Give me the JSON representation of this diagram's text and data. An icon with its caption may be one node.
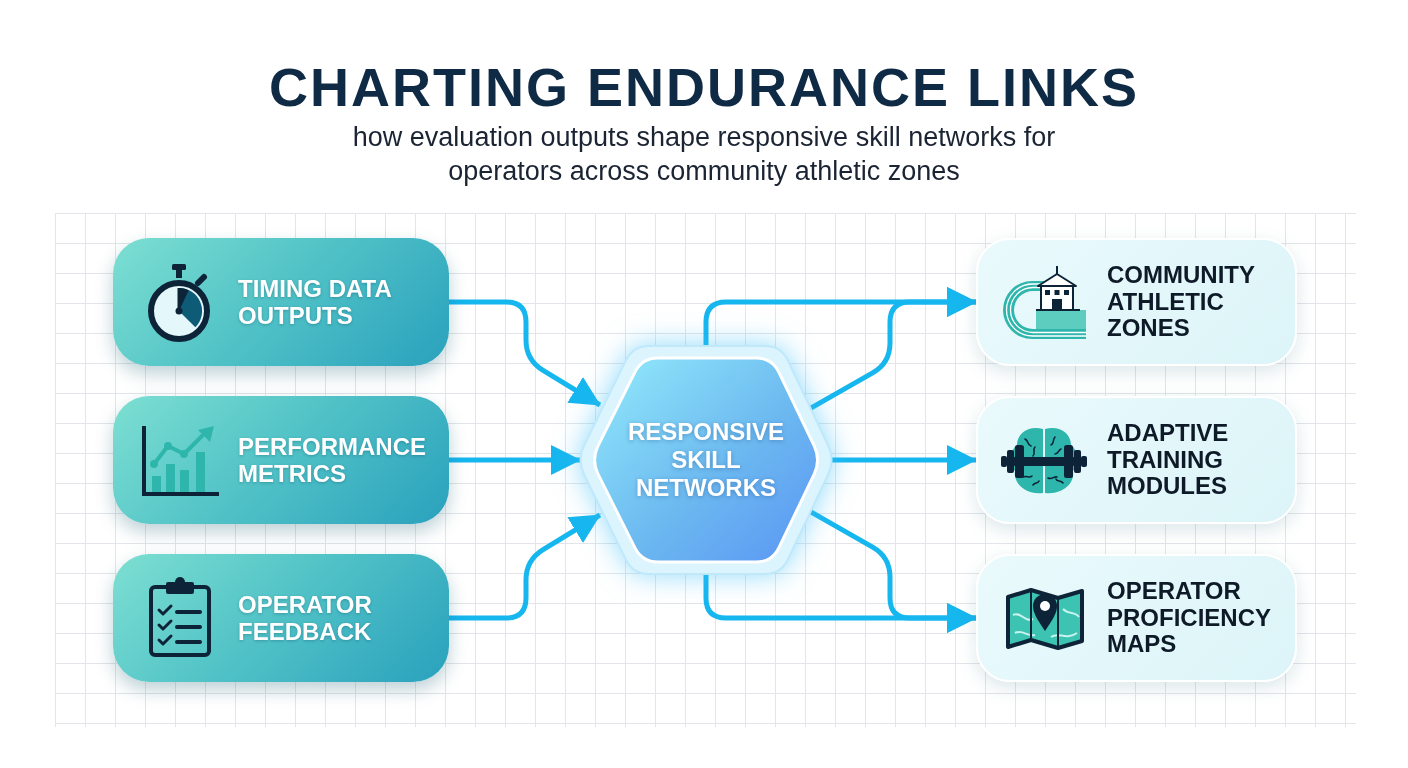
{
  "diagram": {
    "title": "CHARTING ENDURANCE LINKS",
    "nodes": [
      {
        "text": [
          "TIMING DATA OUTPUTS"
        ]
      },
      {
        "text": [
          "PERFORMANCE METRICS"
        ]
      },
      {
        "text": [
          "OPERATOR FEEDBACK"
        ]
      },
      {
        "text": [
          "RESPONSIVE SKILL NETWORKS"
        ]
      },
      {
        "text": [
          "COMMUNITY ATHLETIC ZONES"
        ]
      },
      {
        "text": [
          "ADAPTIVE TRAINING MODULES"
        ]
      },
      {
        "text": [
          "OPERATOR PROFICIENCY MAPS"
        ]
      }
    ],
    "edges": [
      {
        "from": 0,
        "to": 3,
        "arrow": "to"
      },
      {
        "from": 1,
        "to": 3,
        "arrow": "to"
      },
      {
        "from": 2,
        "to": 3,
        "arrow": "to"
      },
      {
        "from": 3,
        "to": 4,
        "arrow": "to"
      },
      {
        "from": 3,
        "to": 4,
        "arrow": "to"
      },
      {
        "from": 3,
        "to": 5,
        "arrow": "to"
      },
      {
        "from": 3,
        "to": 6,
        "arrow": "to"
      },
      {
        "from": 3,
        "to": 6,
        "arrow": "to"
      }
    ],
    "labels": [
      "how evaluation outputs shape responsive skill networks for operators across community athletic zones"
    ]
  }
}
